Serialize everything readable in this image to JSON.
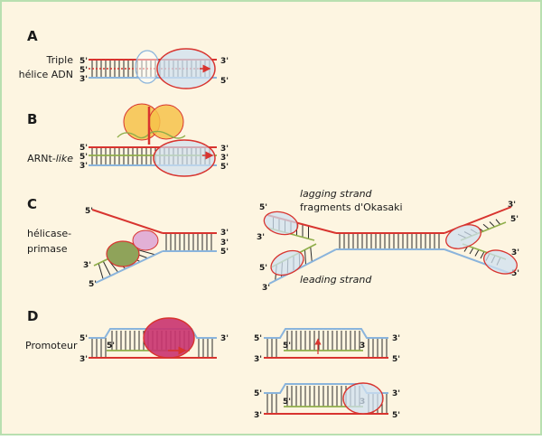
{
  "colors": {
    "background": "#fdf5e1",
    "border": "#b8dfb0",
    "dna_red": "#d8342f",
    "dna_blue": "#8ab4dc",
    "rna_green": "#8fae4a",
    "rung": "#2a2a2a",
    "enzyme_fill": "#cfe0f0",
    "enzyme_stroke": "#d8342f",
    "trna_yellow": "#f6c24a",
    "helicase_green": "#8fa35a",
    "primase_pink": "#e2b0d6",
    "rnap_magenta": "#c9336f"
  },
  "panels": {
    "a": {
      "letter": "A",
      "label_line1": "Triple",
      "label_line2": "hélice ADN",
      "ends_left": [
        "5'",
        "5'",
        "3'"
      ],
      "ends_right": [
        "3'",
        "5'"
      ]
    },
    "b": {
      "letter": "B",
      "label_prefix": "ARNt-",
      "label_italic": "like",
      "ends_left": [
        "5'",
        "5'",
        "3'"
      ],
      "ends_right": [
        "3'",
        "3'",
        "5'"
      ]
    },
    "c": {
      "letter": "C",
      "label_line1": "hélicase-",
      "label_line2": "primase",
      "left_ends": [
        "5'",
        "3'",
        "3'",
        "5'",
        "3'",
        "5'"
      ],
      "lagging_label": "lagging strand",
      "okazaki_label": "fragments d'Okasaki",
      "leading_label": "leading strand",
      "right_ends": [
        "5'",
        "3'",
        "5'",
        "3'",
        "3'",
        "5'",
        "3'",
        "5'"
      ]
    },
    "d": {
      "letter": "D",
      "label": "Promoteur",
      "diagram1_ends": [
        "5'",
        "5'",
        "3'",
        "3'"
      ],
      "diagram2_ends": [
        "5'",
        "5'",
        "3",
        "3'",
        "3'",
        "5'"
      ],
      "diagram3_ends": [
        "5'",
        "5'",
        "3",
        "3'",
        "3'",
        "5'"
      ]
    }
  }
}
